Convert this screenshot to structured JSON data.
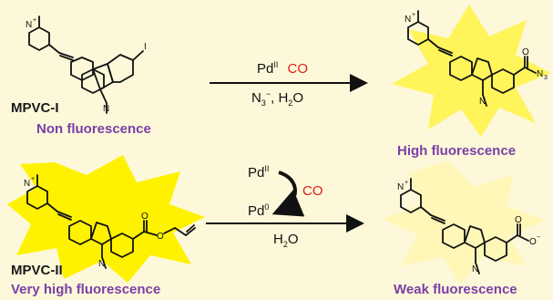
{
  "colors": {
    "background": "#fdf8d9",
    "burst_strong": "#fff200",
    "burst_medium": "#fff45a",
    "burst_weak": "#fff7b8",
    "label_purple": "#7a3fa8",
    "co_red": "#e01a1a"
  },
  "top": {
    "compound_name": "MPVC-I",
    "compound_desc": "Non fluorescence",
    "reagent_above": "Pd",
    "reagent_above_sup": "II",
    "reagent_co": "CO",
    "reagent_below_a": "N",
    "reagent_below_a_sub": "3",
    "reagent_below_a_sup": "−",
    "reagent_below_b": ", H",
    "reagent_below_b_sub": "2",
    "reagent_below_c": "O",
    "product_desc": "High fluorescence",
    "atoms": {
      "substituent": "I",
      "product_substituent": "N",
      "product_substituent_sub": "3"
    }
  },
  "bottom": {
    "compound_name": "MPVC-II",
    "compound_desc": "Very high fluorescence",
    "cycle_top": "Pd",
    "cycle_top_sup": "II",
    "cycle_bottom": "Pd",
    "cycle_bottom_sup": "0",
    "cycle_co": "CO",
    "reagent_below_a": "H",
    "reagent_below_a_sub": "2",
    "reagent_below_b": "O",
    "product_desc": "Weak fluorescence"
  },
  "atom_labels": {
    "pyridinium_n": "N",
    "plus": "+",
    "carbazole_n": "N",
    "oxygen": "O",
    "minus": "−"
  }
}
